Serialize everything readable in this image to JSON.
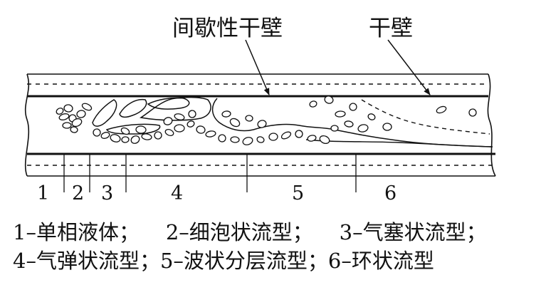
{
  "annotations": {
    "intermittent_dry_wall": "间歇性干壁",
    "dry_wall": "干壁"
  },
  "zones": [
    {
      "number": "1",
      "name": "单相液体"
    },
    {
      "number": "2",
      "name": "细泡状流型"
    },
    {
      "number": "3",
      "name": "气塞状流型"
    },
    {
      "number": "4",
      "name": "气弹状流型"
    },
    {
      "number": "5",
      "name": "波状分层流型"
    },
    {
      "number": "6",
      "name": "环状流型"
    }
  ],
  "legend": {
    "line1": "1–单相液体；    2–细泡状流型；    3–气塞状流型；",
    "line2": "4–气弹状流型；5–波状分层流型；6–环状流型"
  }
}
